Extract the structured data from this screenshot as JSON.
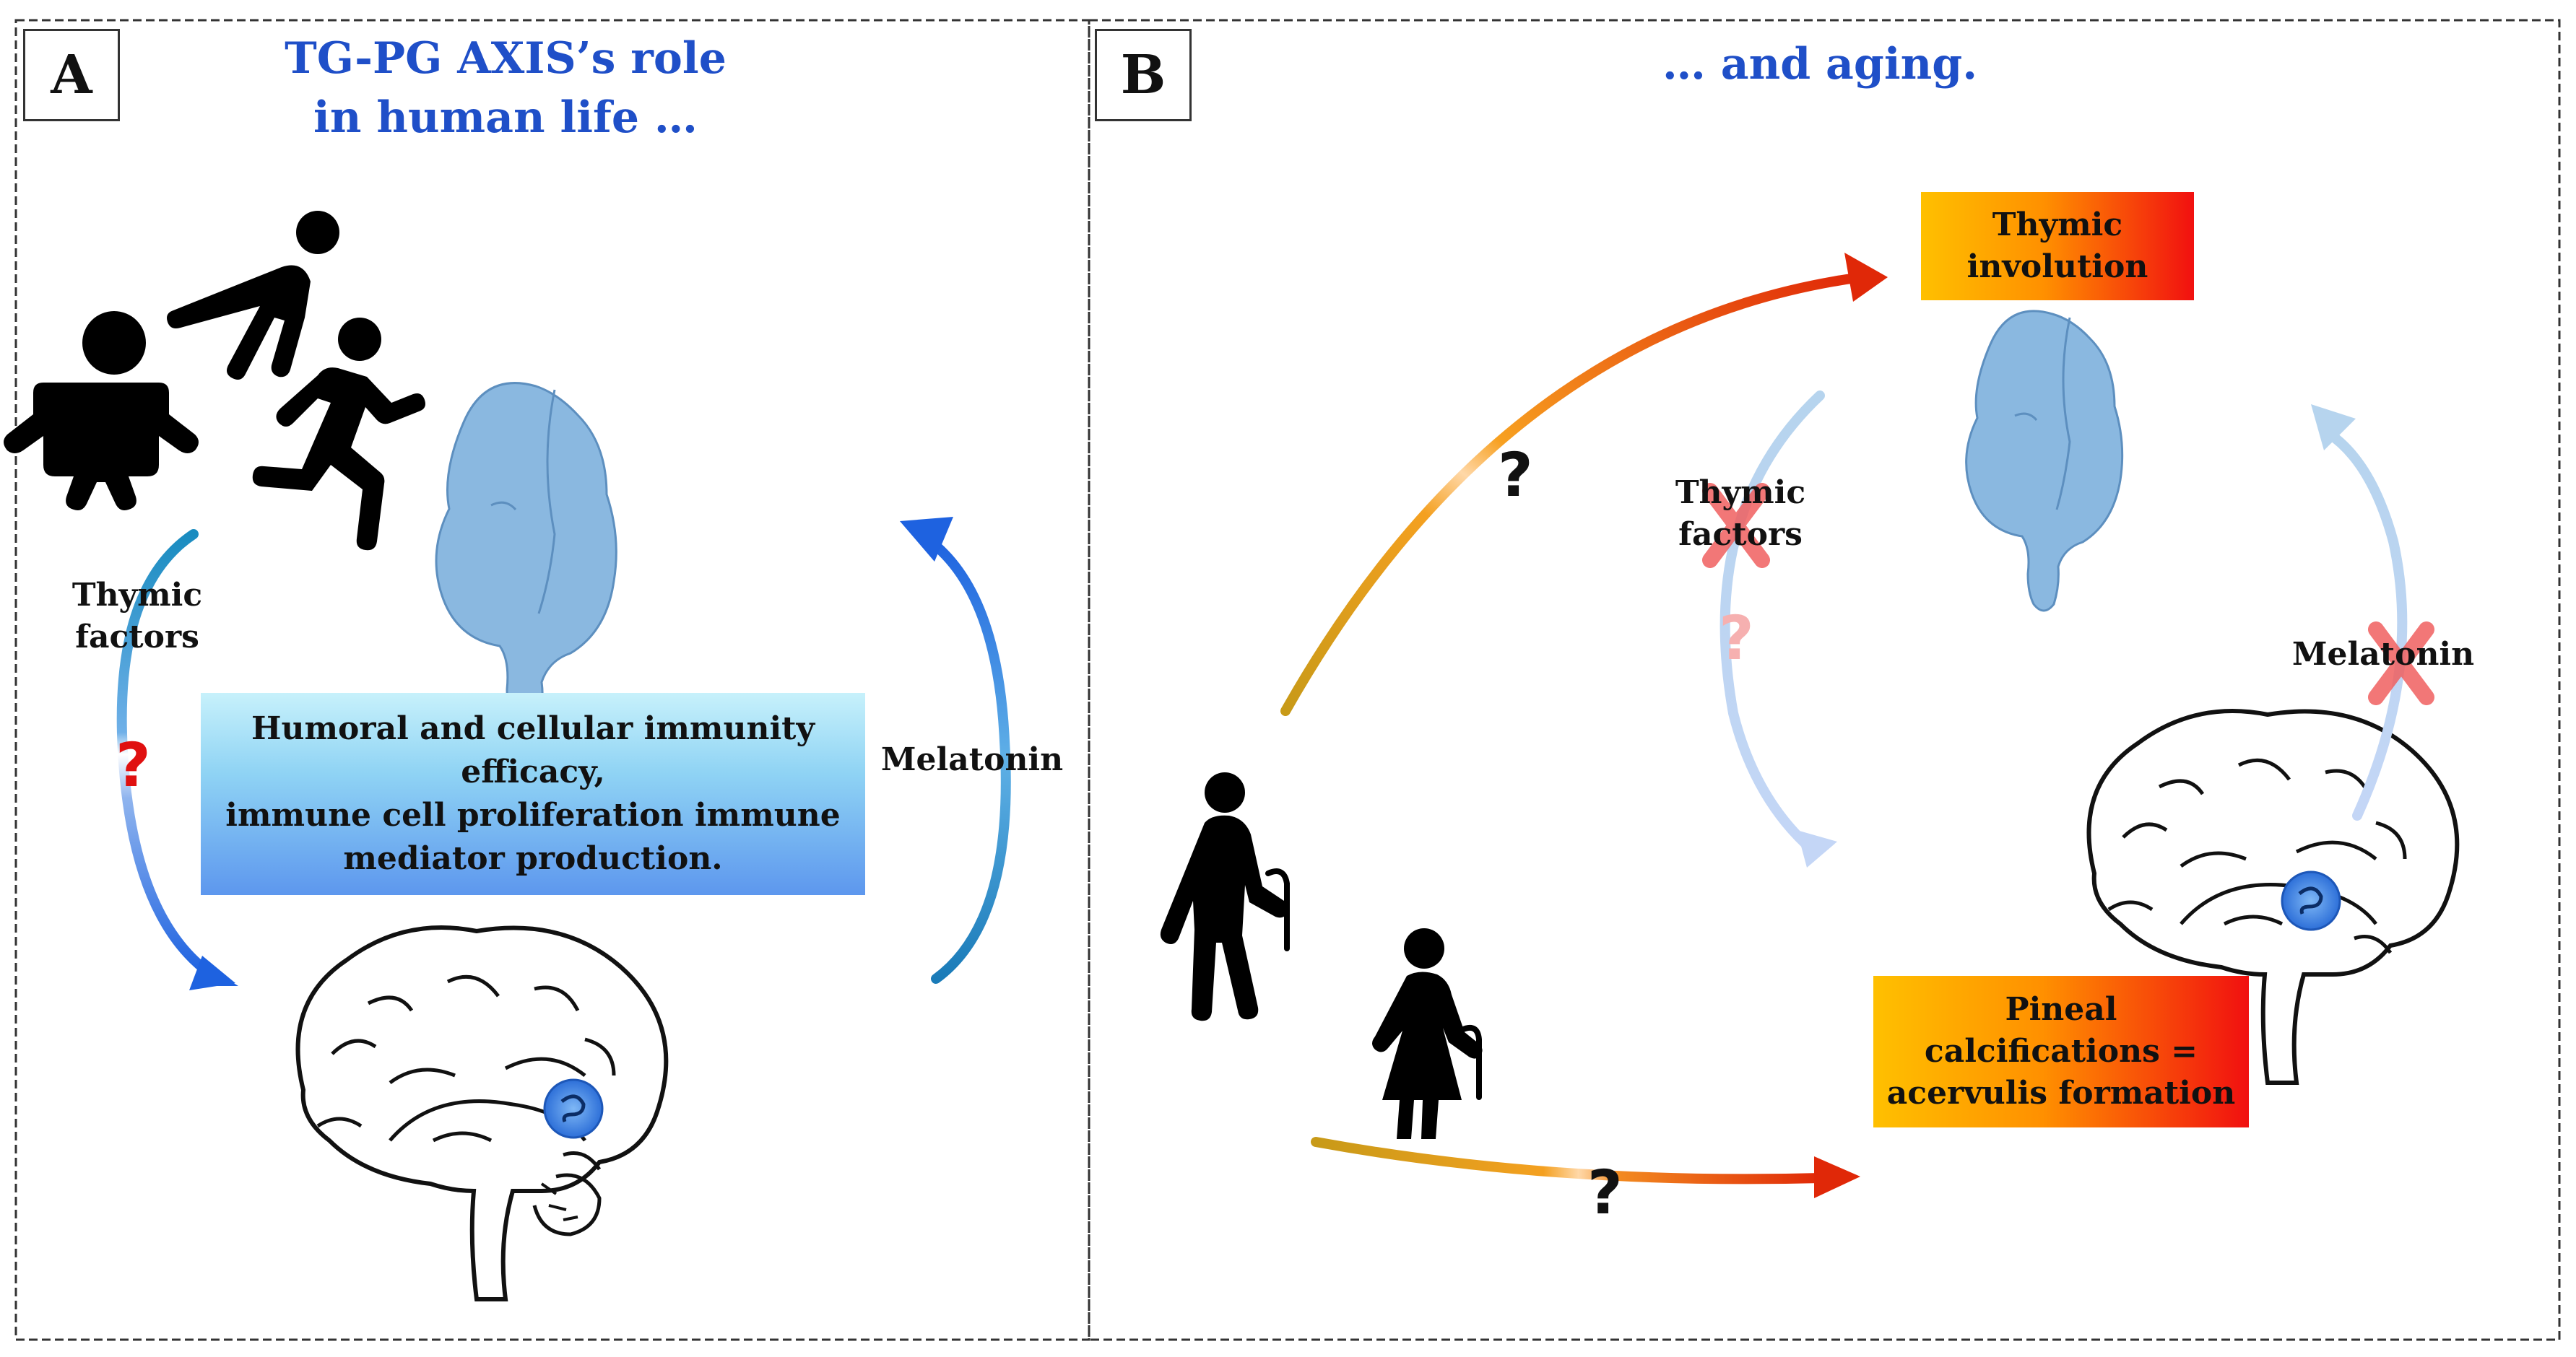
{
  "panel_a": {
    "letter": "A",
    "title_line1": "TG-PG AXIS’s role",
    "title_line2": "in human life …",
    "thymic_line1": "Thymic",
    "thymic_line2": "factors",
    "question": "?",
    "melatonin": "Melatonin",
    "immunity_line1": "Humoral and cellular immunity",
    "immunity_line2": "efficacy,",
    "immunity_line3": "immune cell proliferation immune",
    "immunity_line4": "mediator production."
  },
  "panel_b": {
    "letter": "B",
    "title": "… and aging.",
    "thymic_involution_line1": "Thymic",
    "thymic_involution_line2": "involution",
    "thymic_line1": "Thymic",
    "thymic_line2": "factors",
    "melatonin": "Melatonin",
    "pineal_line1": "Pineal",
    "pineal_line2": "calcifications =",
    "pineal_line3": "acervulis formation",
    "question_upper": "?",
    "question_faded": "?",
    "question_lower": "?"
  },
  "colors": {
    "title_blue": "#1f4fc8",
    "arrow_blue": "#1e6fe0",
    "arrow_teal": "#1a8cc0",
    "question_red": "#e01010",
    "cross_red": "#f06060",
    "thymus_blue": "#8ab8e0",
    "warm_start": "#ffc000",
    "warm_end": "#f11010"
  },
  "icons": {
    "thymus": "thymus-icon",
    "brain": "brain-icon",
    "pineal": "pineal-gland-icon",
    "baby": "baby-icon",
    "crawling": "crawling-person-icon",
    "running": "running-person-icon",
    "elderly_man": "elderly-man-icon",
    "elderly_woman": "elderly-woman-icon",
    "cross": "cross-icon"
  }
}
